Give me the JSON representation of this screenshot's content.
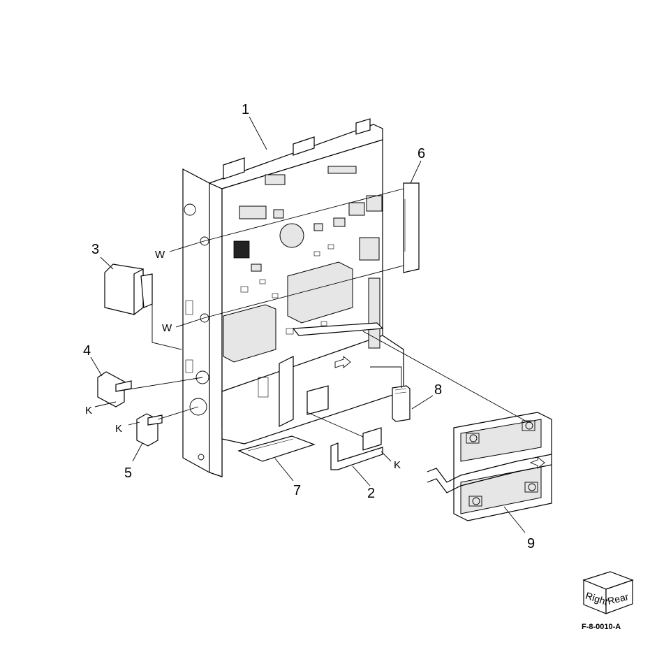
{
  "callouts": [
    {
      "id": "1",
      "text": "1"
    },
    {
      "id": "2",
      "text": "2"
    },
    {
      "id": "3",
      "text": "3"
    },
    {
      "id": "4",
      "text": "4"
    },
    {
      "id": "5",
      "text": "5"
    },
    {
      "id": "6",
      "text": "6"
    },
    {
      "id": "7",
      "text": "7"
    },
    {
      "id": "8",
      "text": "8"
    },
    {
      "id": "9",
      "text": "9"
    }
  ],
  "screw_labels": {
    "w": "W",
    "k": "K"
  },
  "orientation_cube": {
    "left_face": "Right",
    "right_face": "Rear"
  },
  "figure_id": "F-8-0010-A"
}
